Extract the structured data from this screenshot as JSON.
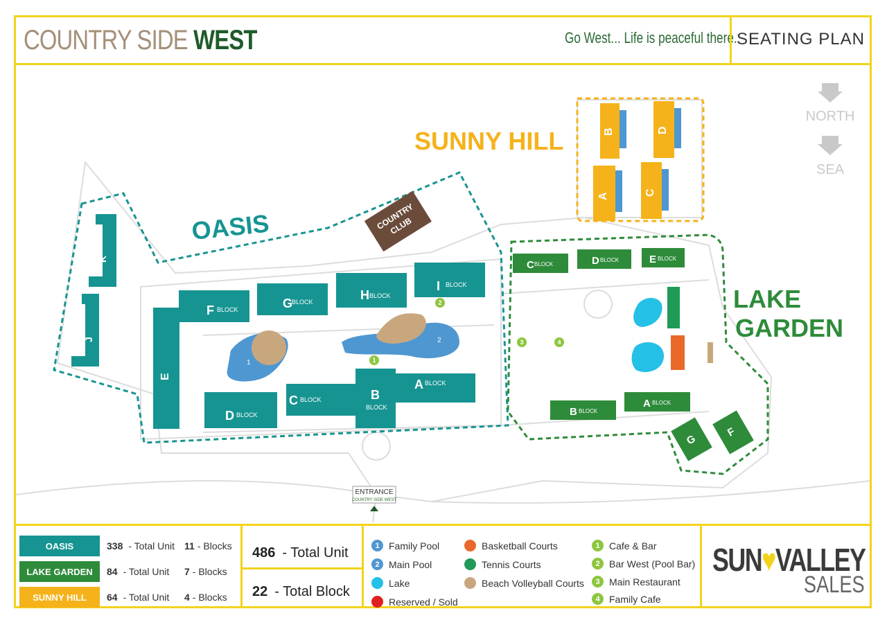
{
  "header": {
    "logo_part1": "COUNTRY SIDE",
    "logo_part2": "WEST",
    "tagline": "Go West...  Life is peaceful there.",
    "plan_title": "SEATING PLAN"
  },
  "map": {
    "compass": {
      "north": "NORTH",
      "sea": "SEA"
    },
    "zones": {
      "oasis": "OASIS",
      "sunny_hill": "SUNNY HILL",
      "lake_garden_1": "LAKE",
      "lake_garden_2": "GARDEN"
    },
    "block_word": "BLOCK",
    "country_club_1": "COUNTRY",
    "country_club_2": "CLUB",
    "entrance": {
      "label": "ENTRANCE",
      "sub": "COUNTRY SIDE WEST"
    },
    "oasis_blocks": [
      "K",
      "J",
      "E",
      "F",
      "G",
      "H",
      "I",
      "D",
      "C",
      "B",
      "A"
    ],
    "sunny_blocks": [
      "B",
      "D",
      "A",
      "C"
    ],
    "lake_blocks": [
      "C",
      "D",
      "E",
      "B",
      "A",
      "G",
      "F"
    ],
    "pool_labels": [
      "1",
      "2"
    ],
    "amenity_markers": [
      "1",
      "2",
      "3",
      "4"
    ],
    "colors": {
      "oasis": "#169492",
      "lake": "#2e8b3a",
      "sunny": "#f5b21a",
      "club": "#6b4c3b",
      "lake_water": "#25c0e6",
      "pool": "#4f97d1",
      "sand": "#c9a77e",
      "basket": "#e8692a"
    }
  },
  "footer": {
    "zones": [
      {
        "name": "OASIS",
        "units": "338",
        "units_label": "- Total Unit",
        "blocks": "11",
        "blocks_label": "- Blocks",
        "color": "#169492"
      },
      {
        "name": "LAKE GARDEN",
        "units": "84",
        "units_label": "- Total Unit",
        "blocks": "7",
        "blocks_label": "- Blocks",
        "color": "#2e8b3a"
      },
      {
        "name": "SUNNY HILL",
        "units": "64",
        "units_label": "- Total Unit",
        "blocks": "4",
        "blocks_label": "- Blocks",
        "color": "#f5b21a"
      }
    ],
    "totals": {
      "units": "486",
      "units_label": "- Total Unit",
      "blocks": "22",
      "blocks_label": "- Total Block"
    },
    "legend_col1": [
      {
        "num": "1",
        "label": "Family Pool",
        "color": "#4f97d1"
      },
      {
        "num": "2",
        "label": "Main Pool",
        "color": "#4f97d1"
      },
      {
        "num": "",
        "label": "Lake",
        "color": "#25c0e6"
      },
      {
        "num": "",
        "label": "Reserved / Sold",
        "color": "#e0201f"
      }
    ],
    "legend_col2": [
      {
        "label": "Basketball Courts",
        "color": "#e8692a"
      },
      {
        "label": "Tennis Courts",
        "color": "#1f9a57"
      },
      {
        "label": "Beach Volleyball Courts",
        "color": "#c9a77e"
      }
    ],
    "legend_col3": [
      {
        "num": "1",
        "label": "Cafe & Bar",
        "color": "#8dc63f"
      },
      {
        "num": "2",
        "label": "Bar West (Pool Bar)",
        "color": "#8dc63f"
      },
      {
        "num": "3",
        "label": "Main Restaurant",
        "color": "#8dc63f"
      },
      {
        "num": "4",
        "label": "Family Cafe",
        "color": "#8dc63f"
      }
    ],
    "brand": {
      "line1a": "SUN",
      "line1b": "VALLEY",
      "line2": "SALES"
    }
  }
}
